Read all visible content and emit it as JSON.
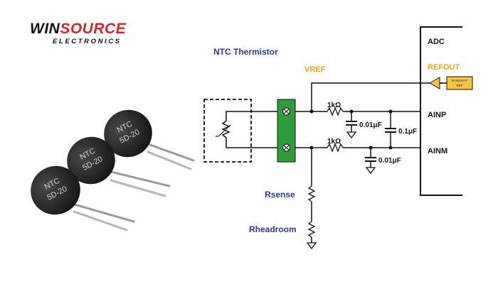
{
  "logo": {
    "part1": "WIN",
    "part2": "SOURCE",
    "subtitle": "ELECTRONICS"
  },
  "thermistors": [
    {
      "line1": "NTC",
      "line2": "5D-20"
    },
    {
      "line1": "NTC",
      "line2": "5D-20"
    },
    {
      "line1": "NTC",
      "line2": "5D-20"
    }
  ],
  "circuit": {
    "title": "NTC Thermistor",
    "vref": "VREF",
    "adc": "ADC",
    "refout": "REFOUT",
    "buffer_label": [
      "BANDGAP",
      "REF"
    ],
    "ainp": "AINP",
    "ainm": "AINM",
    "r_top": "1kΩ",
    "r_bottom": "1kΩ",
    "cap_top": "0.01μF",
    "cap_mid": "0.1μF",
    "cap_bottom": "0.01μF",
    "rsense": "Rsense",
    "rheadroom": "Rheadroom"
  },
  "colors": {
    "title_blue": "#2b3a8f",
    "vref_orange": "#f2a418",
    "terminal_green": "#2f9e3a",
    "buffer_fill": "#f5c542",
    "brand_red": "#d7232d",
    "thermistor_body": "#2a2a2a"
  }
}
